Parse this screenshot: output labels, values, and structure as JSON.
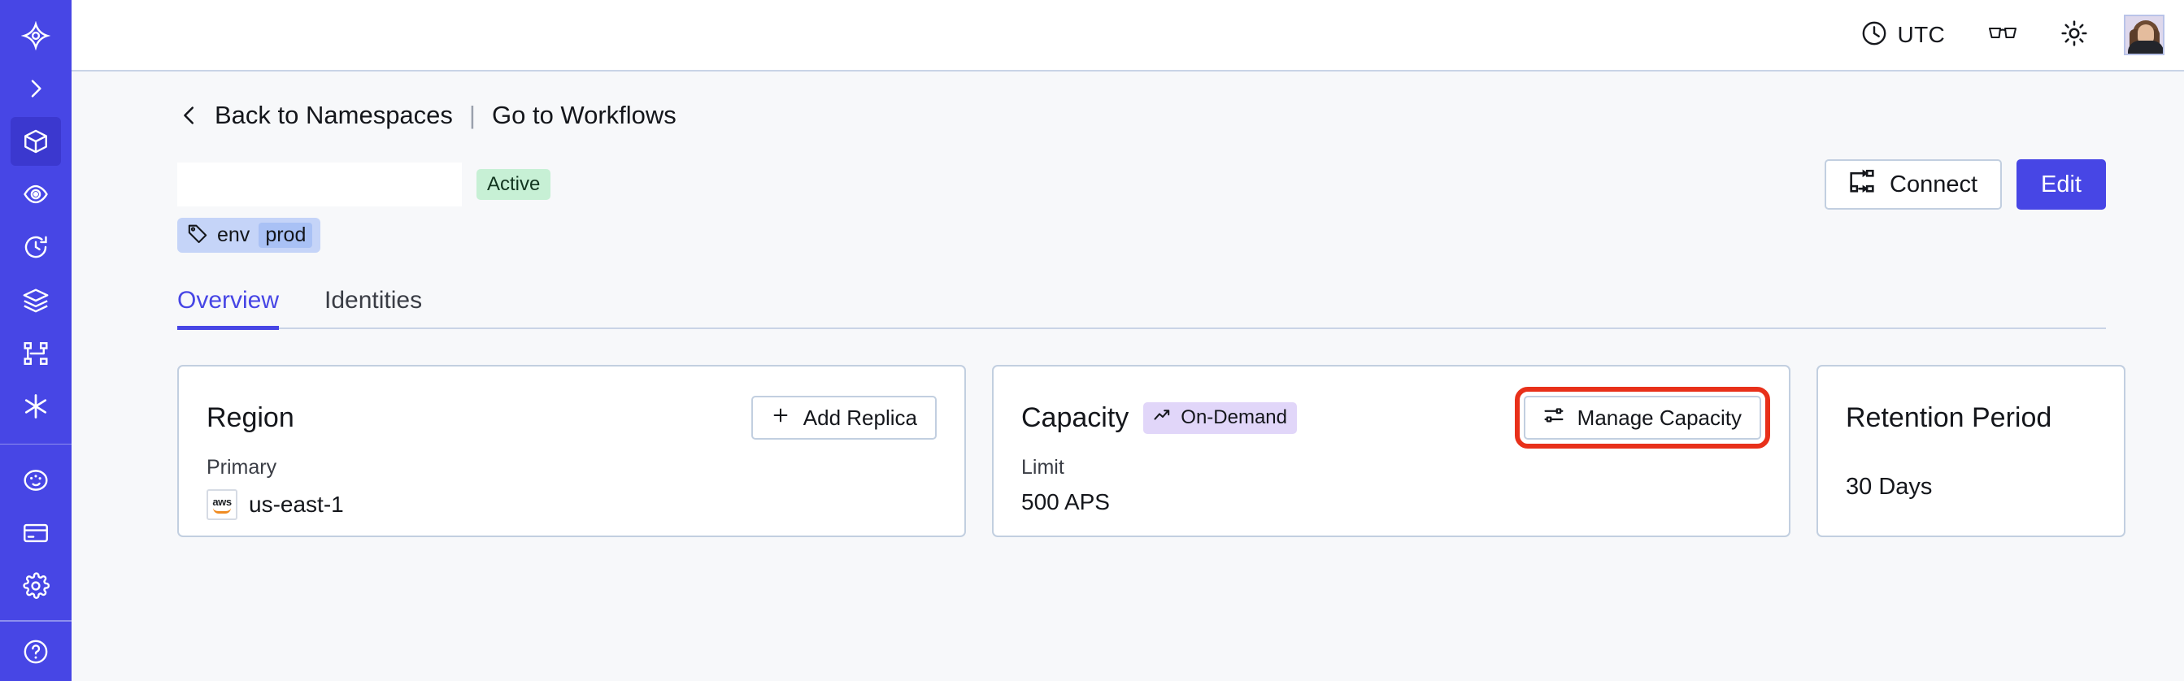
{
  "colors": {
    "sidebar": "#4746e5",
    "accent": "#4746e5",
    "page_bg": "#f7f8fa",
    "card_border": "#c2cfe0",
    "badge_active_bg": "#c7f0d5",
    "badge_ondemand_bg": "#e1d6f9",
    "tag_bg": "#c5d4f8",
    "tag_value_bg": "#a9c1f5",
    "highlight": "#e8301a"
  },
  "sidebar": {
    "items": [
      {
        "icon": "temporal-logo-icon",
        "label": "Temporal",
        "active": false
      },
      {
        "icon": "chevron-right-icon",
        "label": "Expand",
        "active": false
      },
      {
        "icon": "cube-icon",
        "label": "Namespaces",
        "active": true
      },
      {
        "icon": "eye-icon",
        "label": "Observability",
        "active": false
      },
      {
        "icon": "history-clock-icon",
        "label": "History",
        "active": false
      },
      {
        "icon": "layers-icon",
        "label": "Layers",
        "active": false
      },
      {
        "icon": "workflow-branch-icon",
        "label": "Workflows",
        "active": false
      },
      {
        "icon": "asterisk-icon",
        "label": "Integrations",
        "active": false
      },
      {
        "icon": "palette-icon",
        "label": "Appearance",
        "active": false
      },
      {
        "icon": "credit-card-icon",
        "label": "Billing",
        "active": false
      },
      {
        "icon": "gear-icon",
        "label": "Settings",
        "active": false
      },
      {
        "icon": "help-circle-icon",
        "label": "Help",
        "active": false
      }
    ]
  },
  "topbar": {
    "timezone_label": "UTC",
    "timezone_icon": "clock-icon",
    "glasses_icon": "glasses-icon",
    "theme_icon": "sun-icon",
    "avatar_icon": "avatar"
  },
  "breadcrumb": {
    "back_icon": "chevron-left-icon",
    "back_label": "Back to Namespaces",
    "separator": "|",
    "forward_label": "Go to Workflows"
  },
  "header": {
    "title_redacted": "",
    "status_badge": "Active",
    "connect_label": "Connect",
    "connect_icon": "connect-icon",
    "edit_label": "Edit"
  },
  "tag": {
    "icon": "tag-icon",
    "key": "env",
    "value": "prod"
  },
  "tabs": [
    {
      "label": "Overview",
      "active": true
    },
    {
      "label": "Identities",
      "active": false
    }
  ],
  "cards": {
    "region": {
      "title": "Region",
      "button_label": "Add Replica",
      "button_icon": "plus-icon",
      "sub_label": "Primary",
      "provider_icon": "aws-logo",
      "value": "us-east-1"
    },
    "capacity": {
      "title": "Capacity",
      "badge_label": "On-Demand",
      "badge_icon": "trending-up-icon",
      "button_label": "Manage Capacity",
      "button_icon": "sliders-icon",
      "button_highlighted": true,
      "sub_label": "Limit",
      "value": "500 APS"
    },
    "retention": {
      "title": "Retention Period",
      "value": "30 Days"
    }
  }
}
